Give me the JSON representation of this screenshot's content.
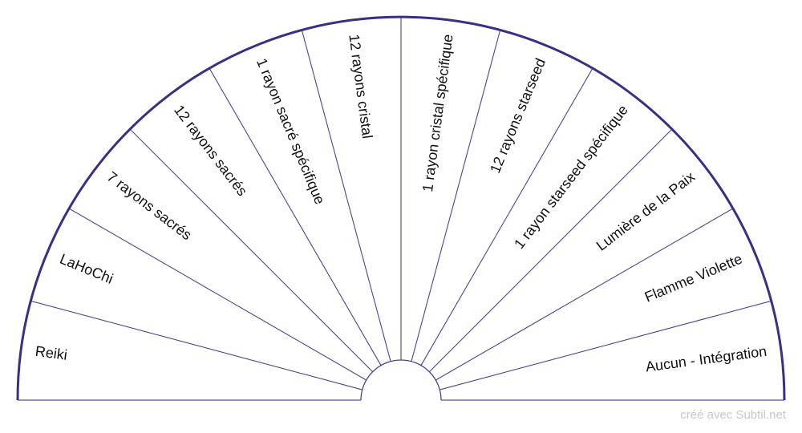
{
  "diagram": {
    "type": "semicircle-pendulum-chart",
    "sectors": [
      "Reiki",
      "LaHoChi",
      "7 rayons sacrés",
      "12 rayons sacrés",
      "1 rayon sacré spécifique",
      "12 rayons cristal",
      "1 rayon cristal spécifique",
      "12 rayons starseed",
      "1 rayon starseed spécifique",
      "Lumière de la Paix",
      "Flamme Violette",
      "Aucun - Intégration"
    ],
    "colors": {
      "outline": "#3b2f85",
      "spokes": "#4d4396",
      "base": "#9790c0",
      "text": "#111111"
    }
  },
  "watermark": "créé avec Subtil.net"
}
